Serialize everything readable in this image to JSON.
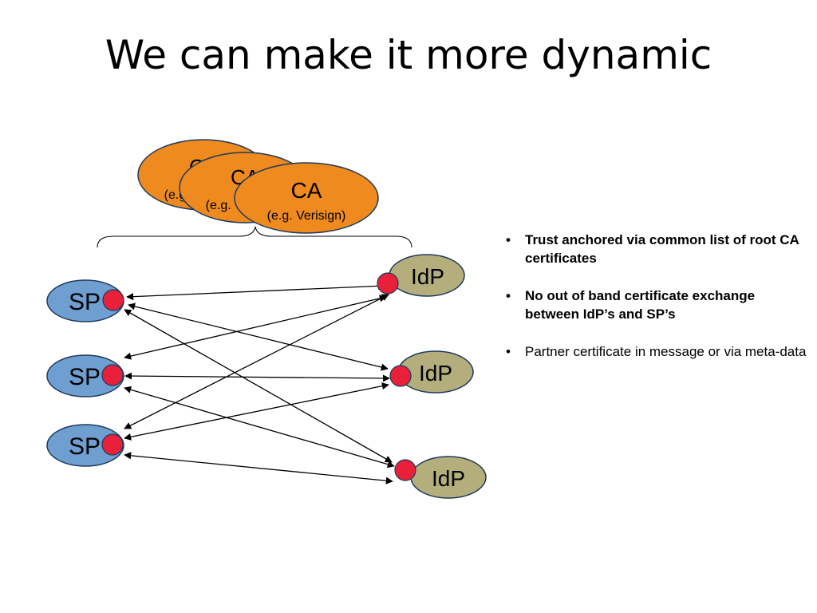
{
  "title": "We can make it more dynamic",
  "diagram": {
    "ca_nodes": [
      {
        "label": "CA",
        "sub": "(e.g. Verisign)"
      },
      {
        "label": "CA",
        "sub": "(e.g. Verisign)"
      },
      {
        "label": "CA",
        "sub": "(e.g. Verisign)"
      }
    ],
    "sp_nodes": [
      {
        "label": "SP"
      },
      {
        "label": "SP"
      },
      {
        "label": "SP"
      }
    ],
    "idp_nodes": [
      {
        "label": "IdP"
      },
      {
        "label": "IdP"
      },
      {
        "label": "IdP"
      }
    ],
    "colors": {
      "ca_fill": "#EE8A1E",
      "sp_fill": "#6F9FD1",
      "idp_fill": "#B3AE7C",
      "connector_fill": "#E8203A",
      "outline": "#1F3A5C"
    }
  },
  "bullets": [
    {
      "marker": "•",
      "text": "Trust anchored via common list of root CA certificates",
      "bold": true
    },
    {
      "marker": "•",
      "text": "No out of band certificate exchange between IdP’s and SP’s",
      "bold": true
    },
    {
      "marker": "•",
      "text": "Partner certificate in message or via meta-data",
      "bold": false
    }
  ]
}
